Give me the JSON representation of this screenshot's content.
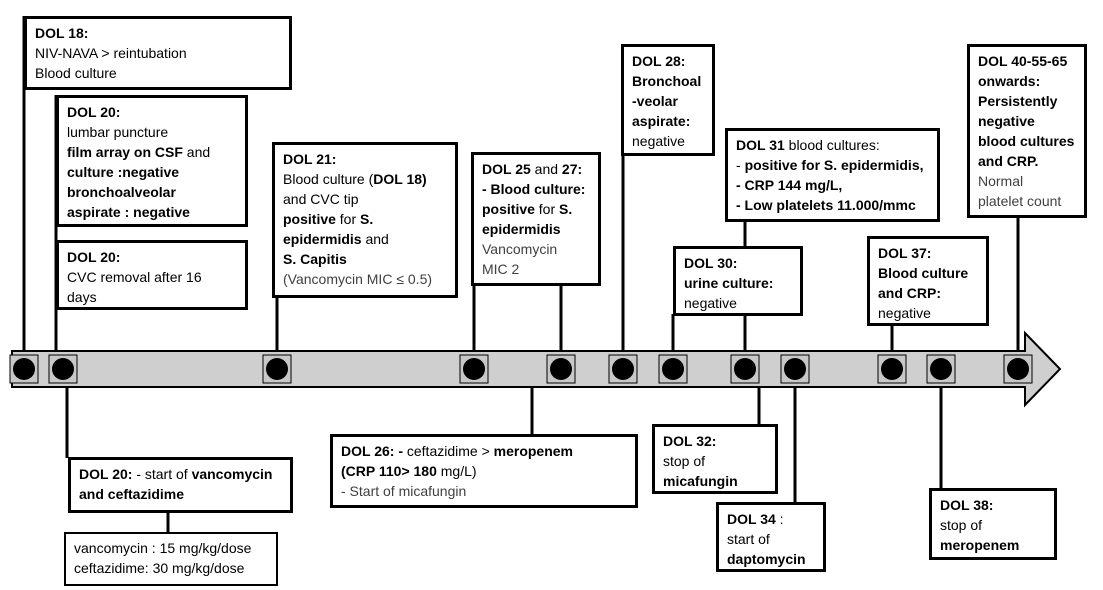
{
  "boxes": {
    "b18": {
      "l1b": "DOL 18:",
      "l2": "NIV-NAVA > reintubation",
      "l3": "Blood culture"
    },
    "b20a": {
      "l1b": "DOL 20:",
      "l2": "lumbar puncture",
      "l3b": "film array on CSF",
      "l3": " and",
      "l4b": "culture :negative",
      "l5b": "bronchoalveolar",
      "l6b": "aspirate : negative"
    },
    "b20b": {
      "l1b": "DOL 20:",
      "l2": " CVC removal after 16",
      "l3": "days"
    },
    "b21": {
      "l1b": "DOL 21:",
      "l2a": "Blood culture (",
      "l2b": "DOL 18)",
      "l3": "and CVC tip",
      "l4b": "positive",
      "l4": " for ",
      "l4c": "S.",
      "l5b": "epidermidis",
      "l5": " and",
      "l6b": "S. Capitis",
      "l7": "(Vancomycin MIC ≤ 0.5)"
    },
    "b25": {
      "l1b": "DOL 25",
      "l1": " and ",
      "l1c": "27:",
      "l2b": "- Blood culture:",
      "l3b": "positive",
      "l3": " for ",
      "l3c": "S.",
      "l4b": "epidermidis",
      "l5": "Vancomycin",
      "l6": "MIC 2"
    },
    "b28": {
      "l1b": "DOL 28:",
      "l2b": "Bronchoal",
      "l3b": "-veolar",
      "l4b": "aspirate:",
      "l5": "negative"
    },
    "b30": {
      "l1b": "DOL 30:",
      "l2b": "urine culture:",
      "l3": "negative"
    },
    "b31": {
      "l1b": "DOL 31",
      "l1": " blood cultures:",
      "l2a": "- ",
      "l2b": "positive for S. epidermidis,",
      "l3b": "- CRP 144 mg/L,",
      "l4b": "- Low platelets 11.000/mmc"
    },
    "b37": {
      "l1b": "DOL 37:",
      "l2b": "Blood culture",
      "l3b": "and CRP:",
      "l4": "negative"
    },
    "b40": {
      "l1b": "DOL 40-55-65",
      "l2b": "onwards:",
      "l3b": "Persistently",
      "l4b": "negative",
      "l5b": "blood cultures",
      "l6b": "and CRP.",
      "l7": "Normal",
      "l8": "platelet count"
    },
    "b20c": {
      "l1b": "DOL 20:",
      "l1": " - start of ",
      "l1c": "vancomycin",
      "l2b": "and  ceftazidime"
    },
    "dose": {
      "l1": "vancomycin : 15 mg/kg/dose",
      "l2": "ceftazidime: 30 mg/kg/dose"
    },
    "b26": {
      "l1b": "DOL 26: -",
      "l1": " ceftazidime > ",
      "l1c": "meropenem",
      "l2b": "(CRP 110> 180",
      "l2": " mg/L)",
      "l3": "- Start of micafungin"
    },
    "b32": {
      "l1b": "DOL 32:",
      "l2": "stop of",
      "l3b": "micafungin"
    },
    "b34": {
      "l1b": "DOL 34",
      "l1": " :",
      "l2": "start of",
      "l3b": "daptomycin"
    },
    "b38": {
      "l1b": "DOL 38:",
      "l2": "stop of",
      "l3b": "meropenem"
    }
  },
  "colors": {
    "arrow_fill": "#cfcfcf",
    "marker": "#000000",
    "border": "#000000"
  }
}
